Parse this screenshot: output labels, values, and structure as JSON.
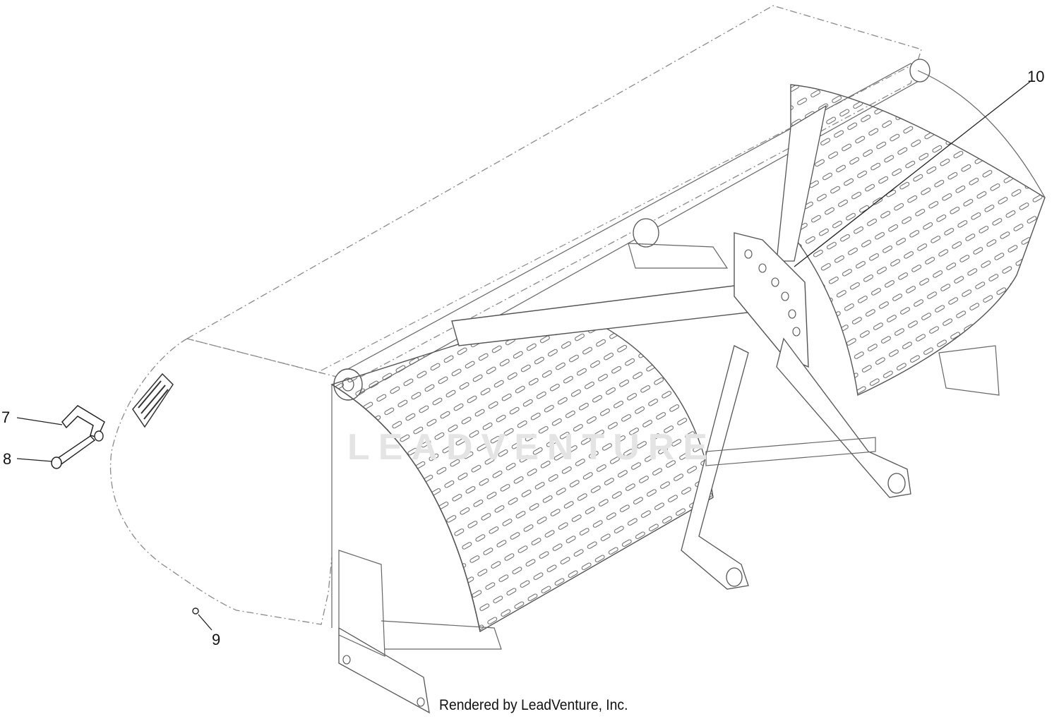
{
  "diagram": {
    "callouts": [
      {
        "id": "7",
        "label": "7"
      },
      {
        "id": "8",
        "label": "8"
      },
      {
        "id": "9",
        "label": "9"
      },
      {
        "id": "10",
        "label": "10"
      }
    ],
    "watermark": "LEADVENTURE",
    "footer": "Rendered by LeadVenture, Inc."
  },
  "colors": {
    "line": "#555555",
    "dash": "#8a8a8a",
    "watermark": "#e4e4e4",
    "text": "#111111"
  }
}
